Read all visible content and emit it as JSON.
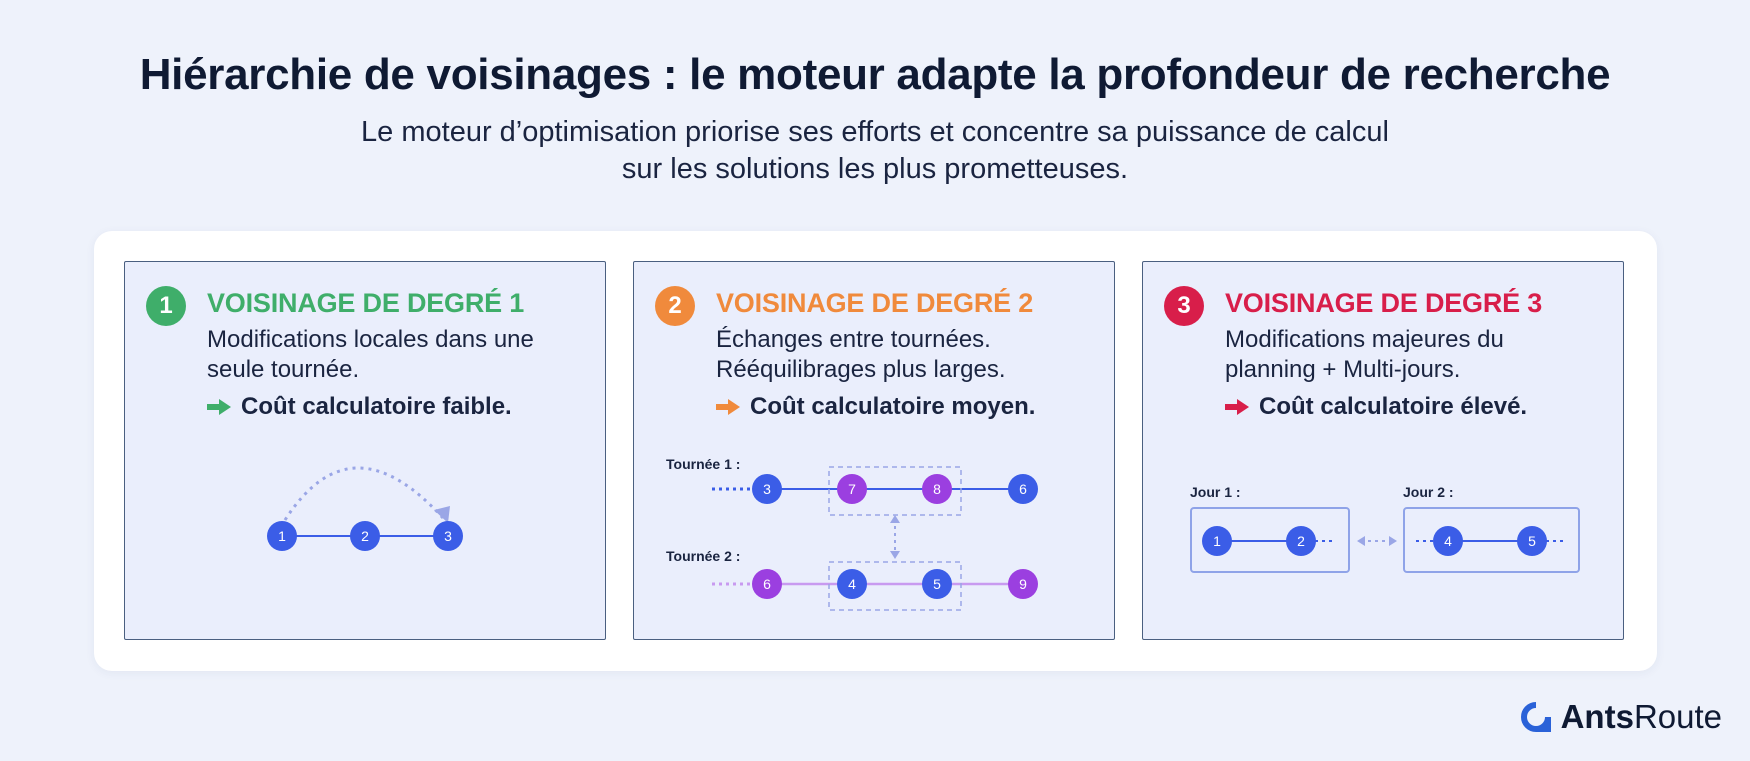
{
  "header": {
    "title": "Hiérarchie de voisinages : le moteur adapte la profondeur de recherche",
    "subtitle_line1": "Le moteur d’optimisation priorise ses efforts et concentre sa puissance de calcul",
    "subtitle_line2": "sur les solutions les plus prometteuses."
  },
  "cards": [
    {
      "number": "1",
      "title": "VOISINAGE DE DEGRÉ 1",
      "desc_line1": "Modifications locales dans une",
      "desc_line2": "seule tournée.",
      "cost": "Coût calculatoire faible.",
      "color": "#3fae6a",
      "diagram": {
        "nodes": [
          "1",
          "2",
          "3"
        ]
      }
    },
    {
      "number": "2",
      "title": "VOISINAGE DE DEGRÉ 2",
      "desc_line1": "Échanges entre tournées.",
      "desc_line2": "Rééquilibrages plus larges.",
      "cost": "Coût calculatoire moyen.",
      "color": "#f08a3c",
      "diagram": {
        "route1_label": "Tournée 1 :",
        "route1_nodes": [
          "3",
          "7",
          "8",
          "6"
        ],
        "route2_label": "Tournée 2 :",
        "route2_nodes": [
          "6",
          "4",
          "5",
          "9"
        ]
      }
    },
    {
      "number": "3",
      "title": "VOISINAGE DE DEGRÉ 3",
      "desc_line1": "Modifications majeures du",
      "desc_line2": "planning + Multi-jours.",
      "cost": "Coût calculatoire élevé.",
      "color": "#d81e4a",
      "diagram": {
        "day1_label": "Jour 1 :",
        "day1_nodes": [
          "1",
          "2"
        ],
        "day2_label": "Jour 2 :",
        "day2_nodes": [
          "4",
          "5"
        ]
      }
    }
  ],
  "colors": {
    "node_blue": "#3b5de7",
    "node_purple": "#9b3fe0",
    "line_purple": "#c89af0",
    "dashed_accent": "#9aa6e6"
  },
  "logo": {
    "bold": "Ants",
    "regular": "Route",
    "icon": "antsroute-logo-icon"
  }
}
